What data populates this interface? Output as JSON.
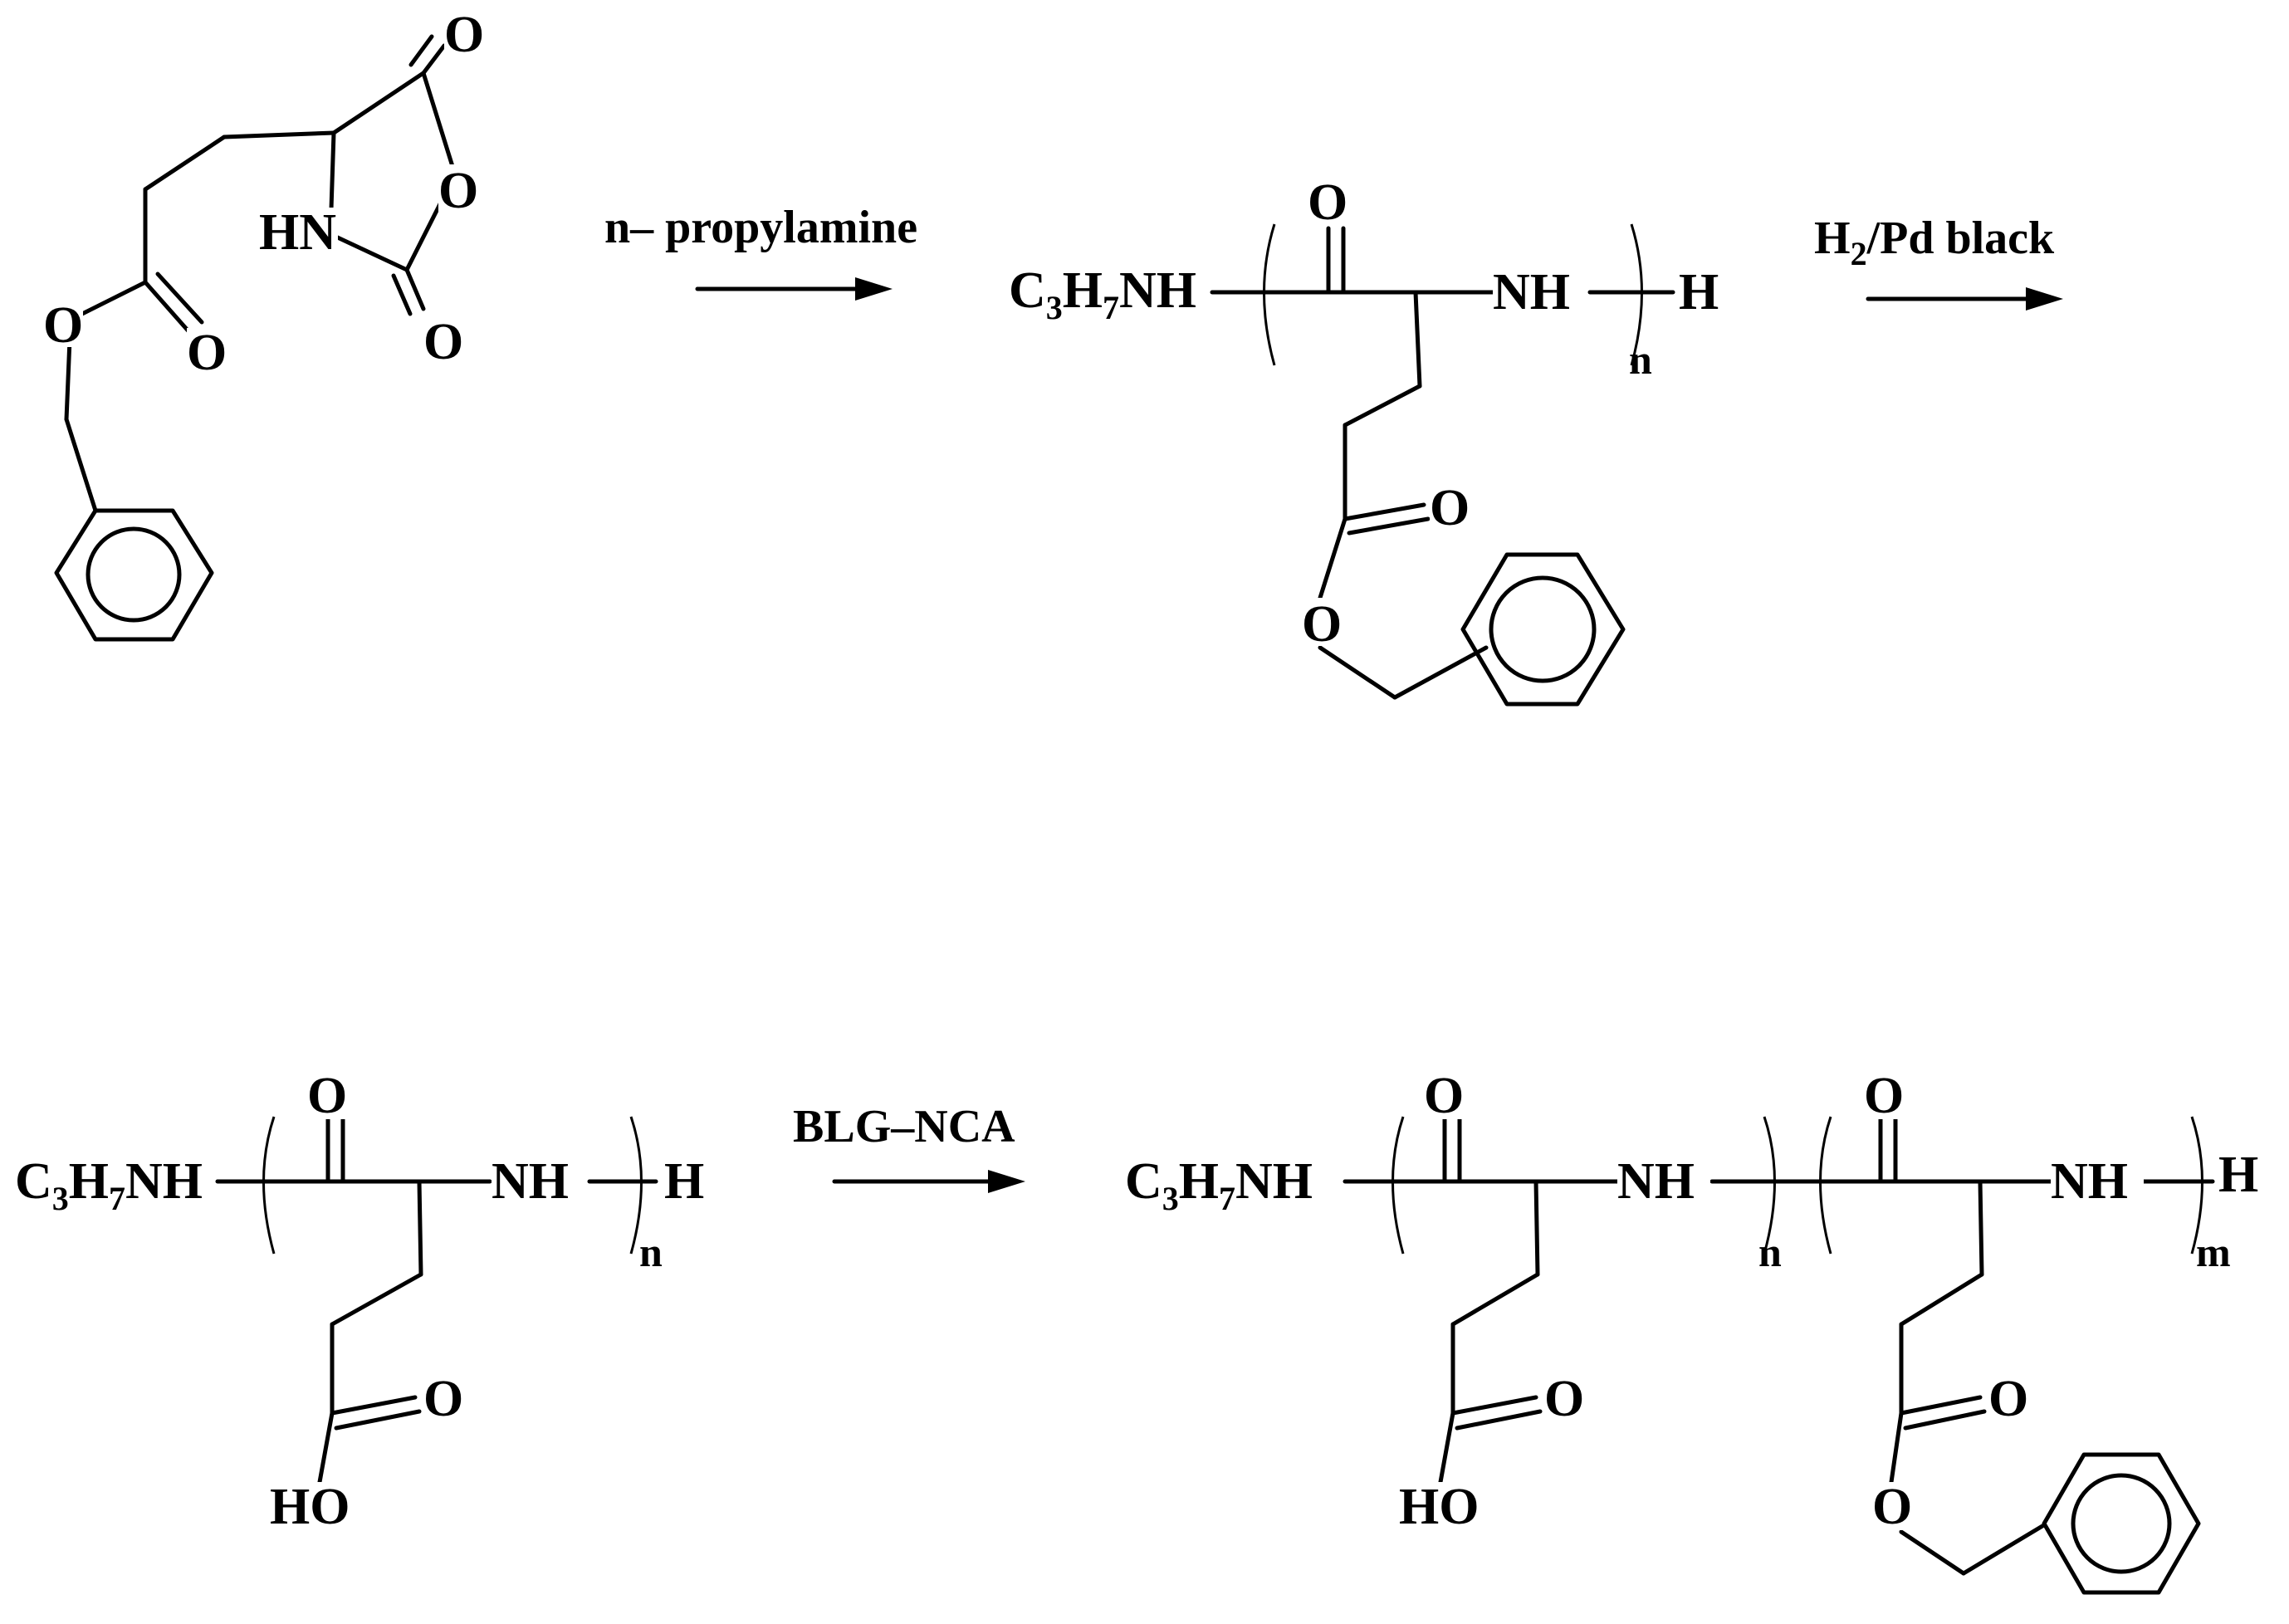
{
  "scheme": {
    "steps": [
      {
        "reagent": "n– propylamine"
      },
      {
        "reagent_main": "H",
        "reagent_sub": "2",
        "reagent_rest": "/Pd black"
      },
      {
        "reagent": "BLG–NCA"
      }
    ],
    "labels": {
      "oxygen": "O",
      "hn": "HN",
      "nh": "NH",
      "h": "H",
      "ho": "HO",
      "c": "C",
      "c_sub": "3",
      "h_sub": "7",
      "nh_tail": "NH",
      "repeat_n": "n",
      "repeat_m": "m"
    }
  }
}
